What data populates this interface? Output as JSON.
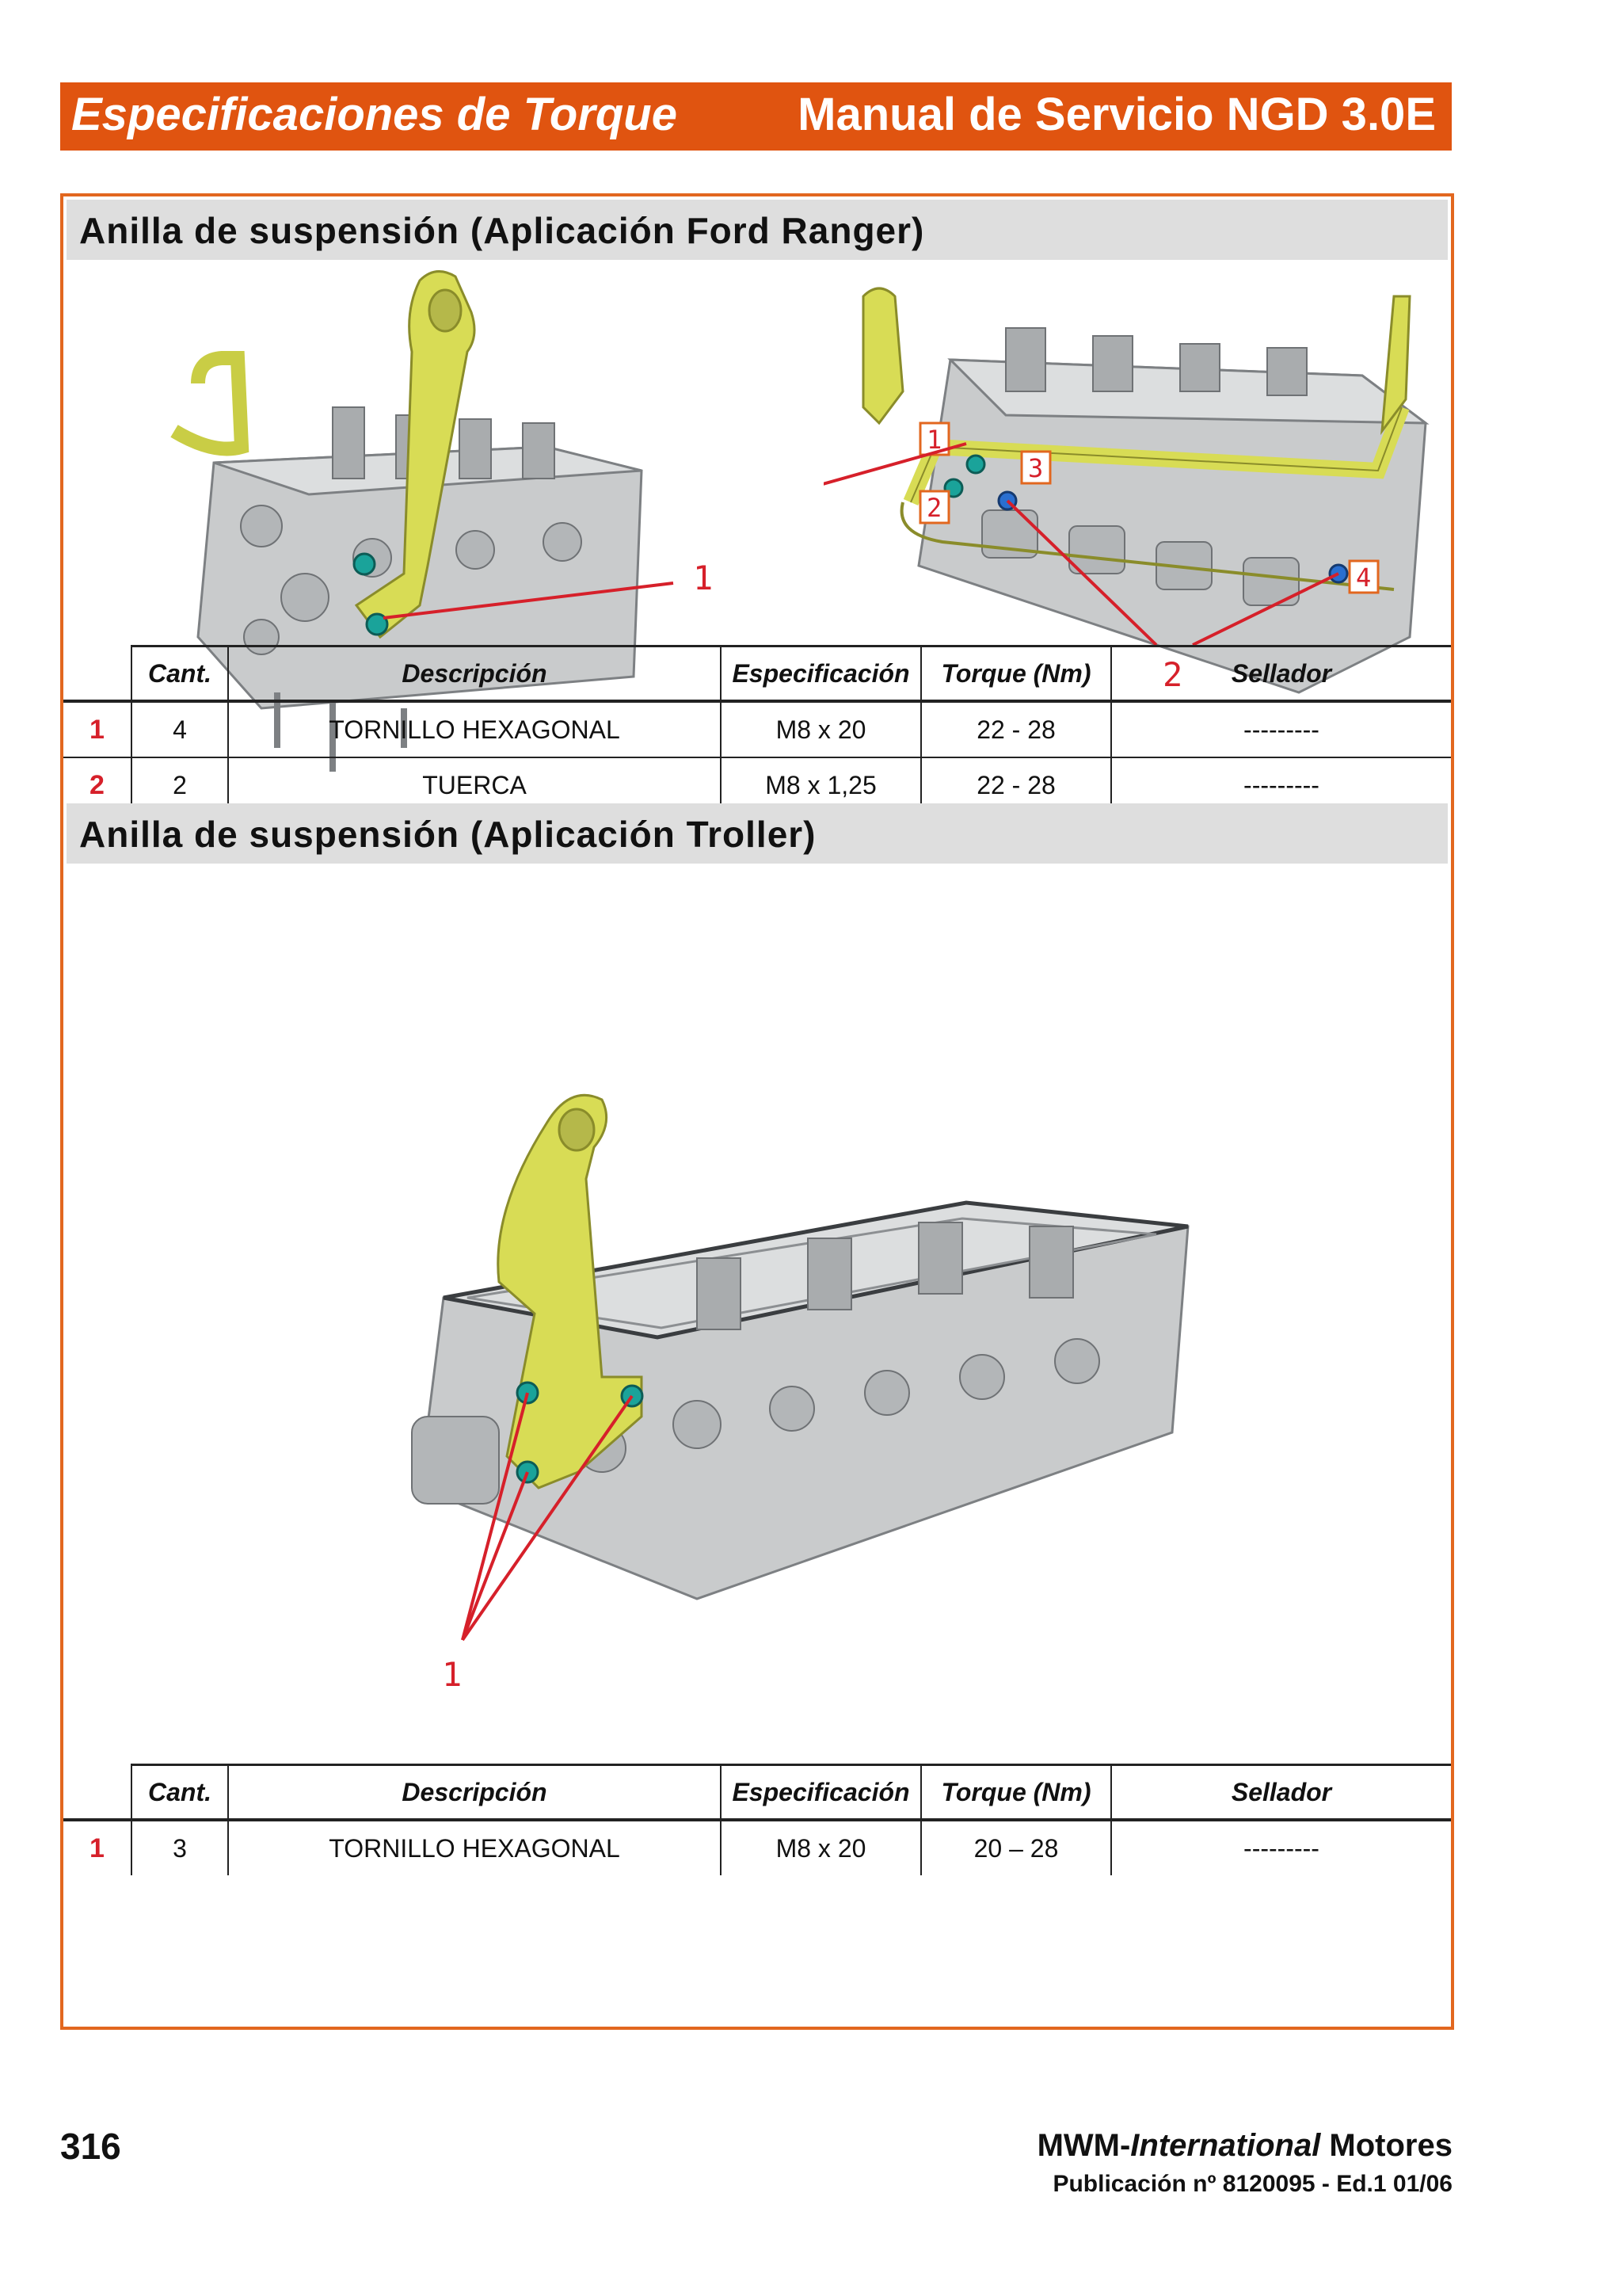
{
  "header": {
    "section_title": "Especificaciones de Torque",
    "manual_title": "Manual de Servicio NGD 3.0E"
  },
  "colors": {
    "accent": "#e05410",
    "callout_red": "#d6202a",
    "bracket_yellow": "#d8dc55",
    "bolt_teal": "#1aa39a"
  },
  "ranger": {
    "title": "Anilla de suspensión (Aplicación Ford Ranger)",
    "left_figure_callout": "1",
    "right_figure_callouts": [
      "1",
      "2",
      "3",
      "4"
    ],
    "right_figure_bottom_callout": "2",
    "table": {
      "headers": [
        "Cant.",
        "Descripción",
        "Especificación",
        "Torque (Nm)",
        "Sellador"
      ],
      "rows": [
        {
          "idx": "1",
          "qty": "4",
          "desc": "TORNILLO HEXAGONAL",
          "spec": "M8 x 20",
          "torque": "22 - 28",
          "sealer": "---------"
        },
        {
          "idx": "2",
          "qty": "2",
          "desc": "TUERCA",
          "spec": "M8 x 1,25",
          "torque": "22 - 28",
          "sealer": "---------"
        }
      ]
    }
  },
  "troller": {
    "title": "Anilla de suspensión (Aplicación Troller)",
    "figure_callout": "1",
    "table": {
      "headers": [
        "Cant.",
        "Descripción",
        "Especificación",
        "Torque (Nm)",
        "Sellador"
      ],
      "rows": [
        {
          "idx": "1",
          "qty": "3",
          "desc": "TORNILLO HEXAGONAL",
          "spec": "M8 x 20",
          "torque": "20 – 28",
          "sealer": "---------"
        }
      ]
    }
  },
  "footer": {
    "page_number": "316",
    "brand_prefix": "MWM-",
    "brand_italic": "International",
    "brand_suffix": " Motores",
    "publication": "Publicación nº 8120095 - Ed.1 01/06"
  }
}
